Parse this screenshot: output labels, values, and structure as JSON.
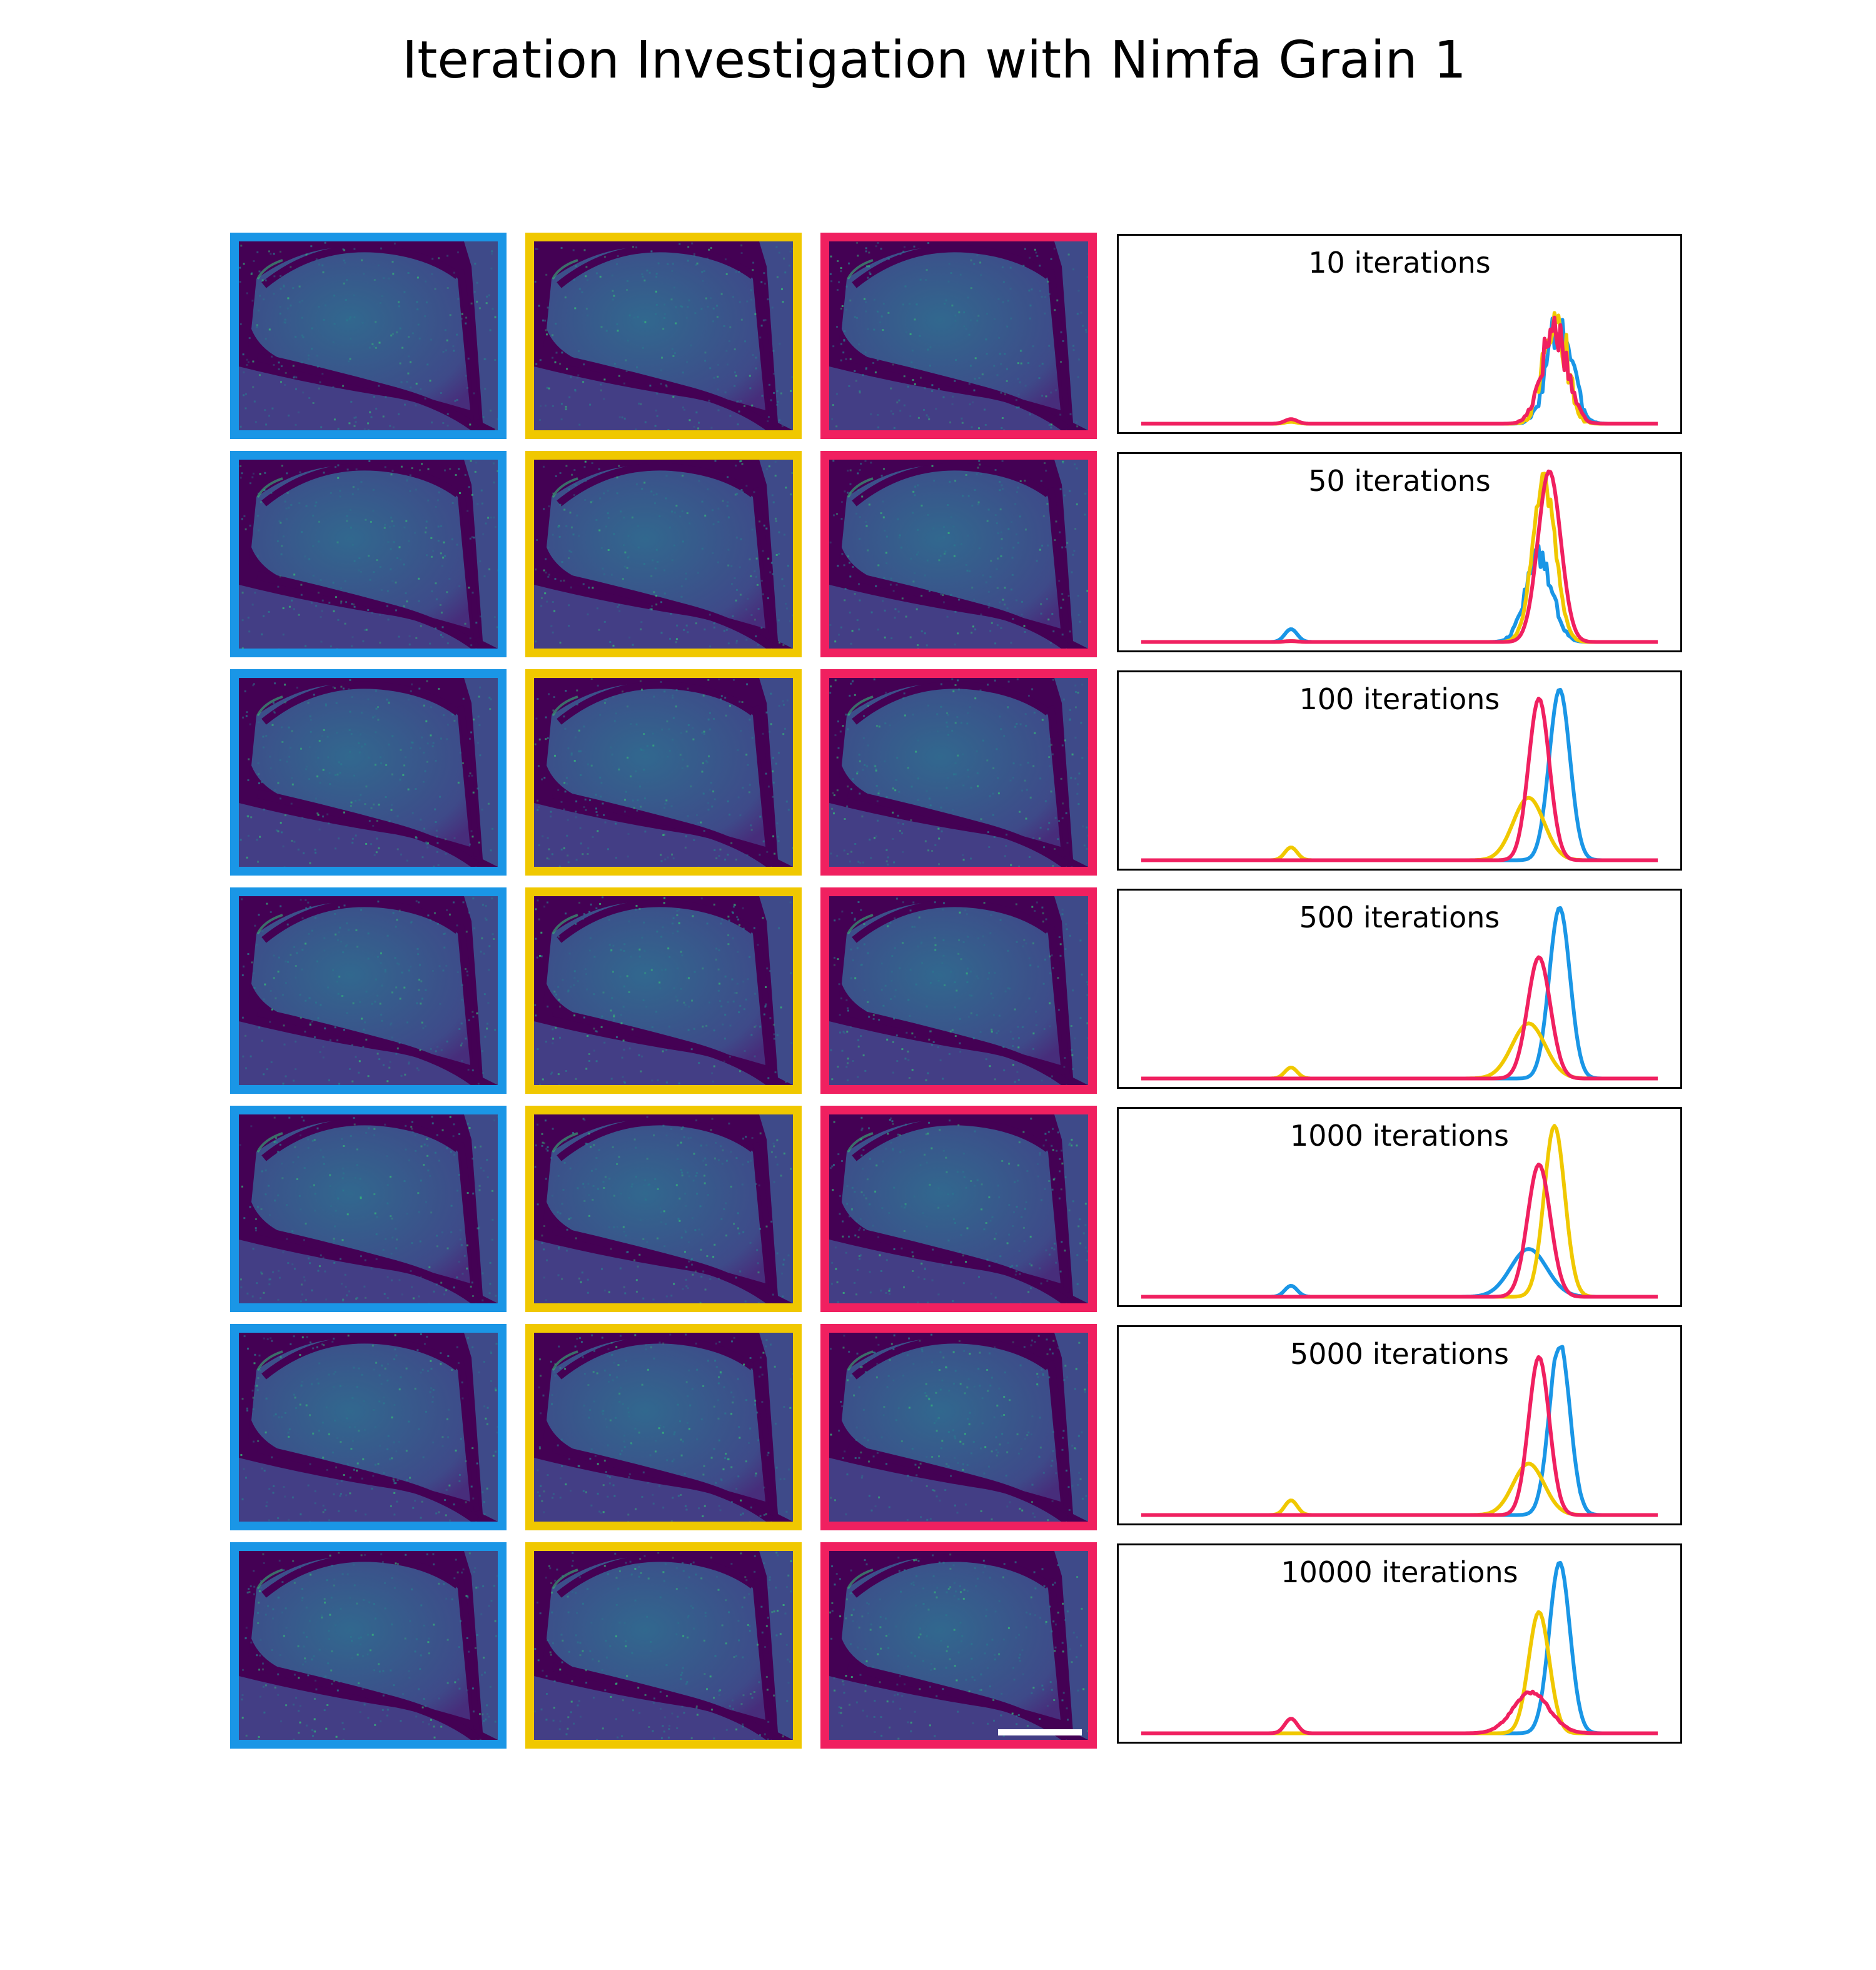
{
  "title": "Iteration Investigation with Nimfa Grain 1",
  "colors": {
    "blue": "#1a96e6",
    "yellow": "#f0c800",
    "red": "#f02060",
    "background": "#ffffff",
    "frame": "#000000",
    "viridis_dark": "#440154",
    "viridis_mid": "#31688e",
    "viridis_bright": "#35b779"
  },
  "component_order": [
    "blue",
    "yellow",
    "red"
  ],
  "chart_data": {
    "type": "line",
    "x_range": [
      0,
      1
    ],
    "y_range": [
      0,
      1
    ],
    "rows": [
      {
        "label": "10 iterations",
        "series": [
          {
            "color": "blue",
            "amplitude": 0.55,
            "center": 0.81,
            "width": 0.024,
            "noise": 0.55,
            "bump": 0.02
          },
          {
            "color": "yellow",
            "amplitude": 0.62,
            "center": 0.8,
            "width": 0.022,
            "noise": 0.75,
            "bump": 0.01
          },
          {
            "color": "red",
            "amplitude": 0.52,
            "center": 0.8,
            "width": 0.025,
            "noise": 0.5,
            "bump": 0.025
          }
        ]
      },
      {
        "label": "50 iterations",
        "series": [
          {
            "color": "blue",
            "amplitude": 0.48,
            "center": 0.77,
            "width": 0.025,
            "noise": 0.3,
            "bump": 0.07
          },
          {
            "color": "yellow",
            "amplitude": 0.86,
            "center": 0.78,
            "width": 0.022,
            "noise": 0.15,
            "bump": 0.005
          },
          {
            "color": "red",
            "amplitude": 0.93,
            "center": 0.79,
            "width": 0.022,
            "noise": 0.0,
            "bump": 0.005
          }
        ]
      },
      {
        "label": "100 iterations",
        "series": [
          {
            "color": "blue",
            "amplitude": 0.93,
            "center": 0.81,
            "width": 0.02,
            "noise": 0.0,
            "bump": 0.0
          },
          {
            "color": "yellow",
            "amplitude": 0.34,
            "center": 0.75,
            "width": 0.03,
            "noise": 0.0,
            "bump": 0.07
          },
          {
            "color": "red",
            "amplitude": 0.88,
            "center": 0.77,
            "width": 0.02,
            "noise": 0.0,
            "bump": 0.0
          }
        ]
      },
      {
        "label": "500 iterations",
        "series": [
          {
            "color": "blue",
            "amplitude": 0.93,
            "center": 0.81,
            "width": 0.02,
            "noise": 0.0,
            "bump": 0.0
          },
          {
            "color": "yellow",
            "amplitude": 0.3,
            "center": 0.75,
            "width": 0.032,
            "noise": 0.0,
            "bump": 0.06
          },
          {
            "color": "red",
            "amplitude": 0.66,
            "center": 0.77,
            "width": 0.022,
            "noise": 0.0,
            "bump": 0.0
          }
        ]
      },
      {
        "label": "1000 iterations",
        "series": [
          {
            "color": "blue",
            "amplitude": 0.26,
            "center": 0.75,
            "width": 0.035,
            "noise": 0.0,
            "bump": 0.06
          },
          {
            "color": "yellow",
            "amplitude": 0.93,
            "center": 0.8,
            "width": 0.02,
            "noise": 0.0,
            "bump": 0.0
          },
          {
            "color": "red",
            "amplitude": 0.72,
            "center": 0.77,
            "width": 0.022,
            "noise": 0.0,
            "bump": 0.0
          }
        ]
      },
      {
        "label": "5000 iterations",
        "series": [
          {
            "color": "blue",
            "amplitude": 0.93,
            "center": 0.81,
            "width": 0.02,
            "noise": 0.05,
            "bump": 0.0
          },
          {
            "color": "yellow",
            "amplitude": 0.28,
            "center": 0.75,
            "width": 0.03,
            "noise": 0.0,
            "bump": 0.08
          },
          {
            "color": "red",
            "amplitude": 0.86,
            "center": 0.77,
            "width": 0.02,
            "noise": 0.0,
            "bump": 0.0
          }
        ]
      },
      {
        "label": "10000 iterations",
        "series": [
          {
            "color": "blue",
            "amplitude": 0.93,
            "center": 0.81,
            "width": 0.02,
            "noise": 0.0,
            "bump": 0.0
          },
          {
            "color": "yellow",
            "amplitude": 0.66,
            "center": 0.77,
            "width": 0.02,
            "noise": 0.0,
            "bump": 0.0
          },
          {
            "color": "red",
            "amplitude": 0.22,
            "center": 0.755,
            "width": 0.035,
            "noise": 0.1,
            "bump": 0.08
          }
        ]
      }
    ]
  }
}
